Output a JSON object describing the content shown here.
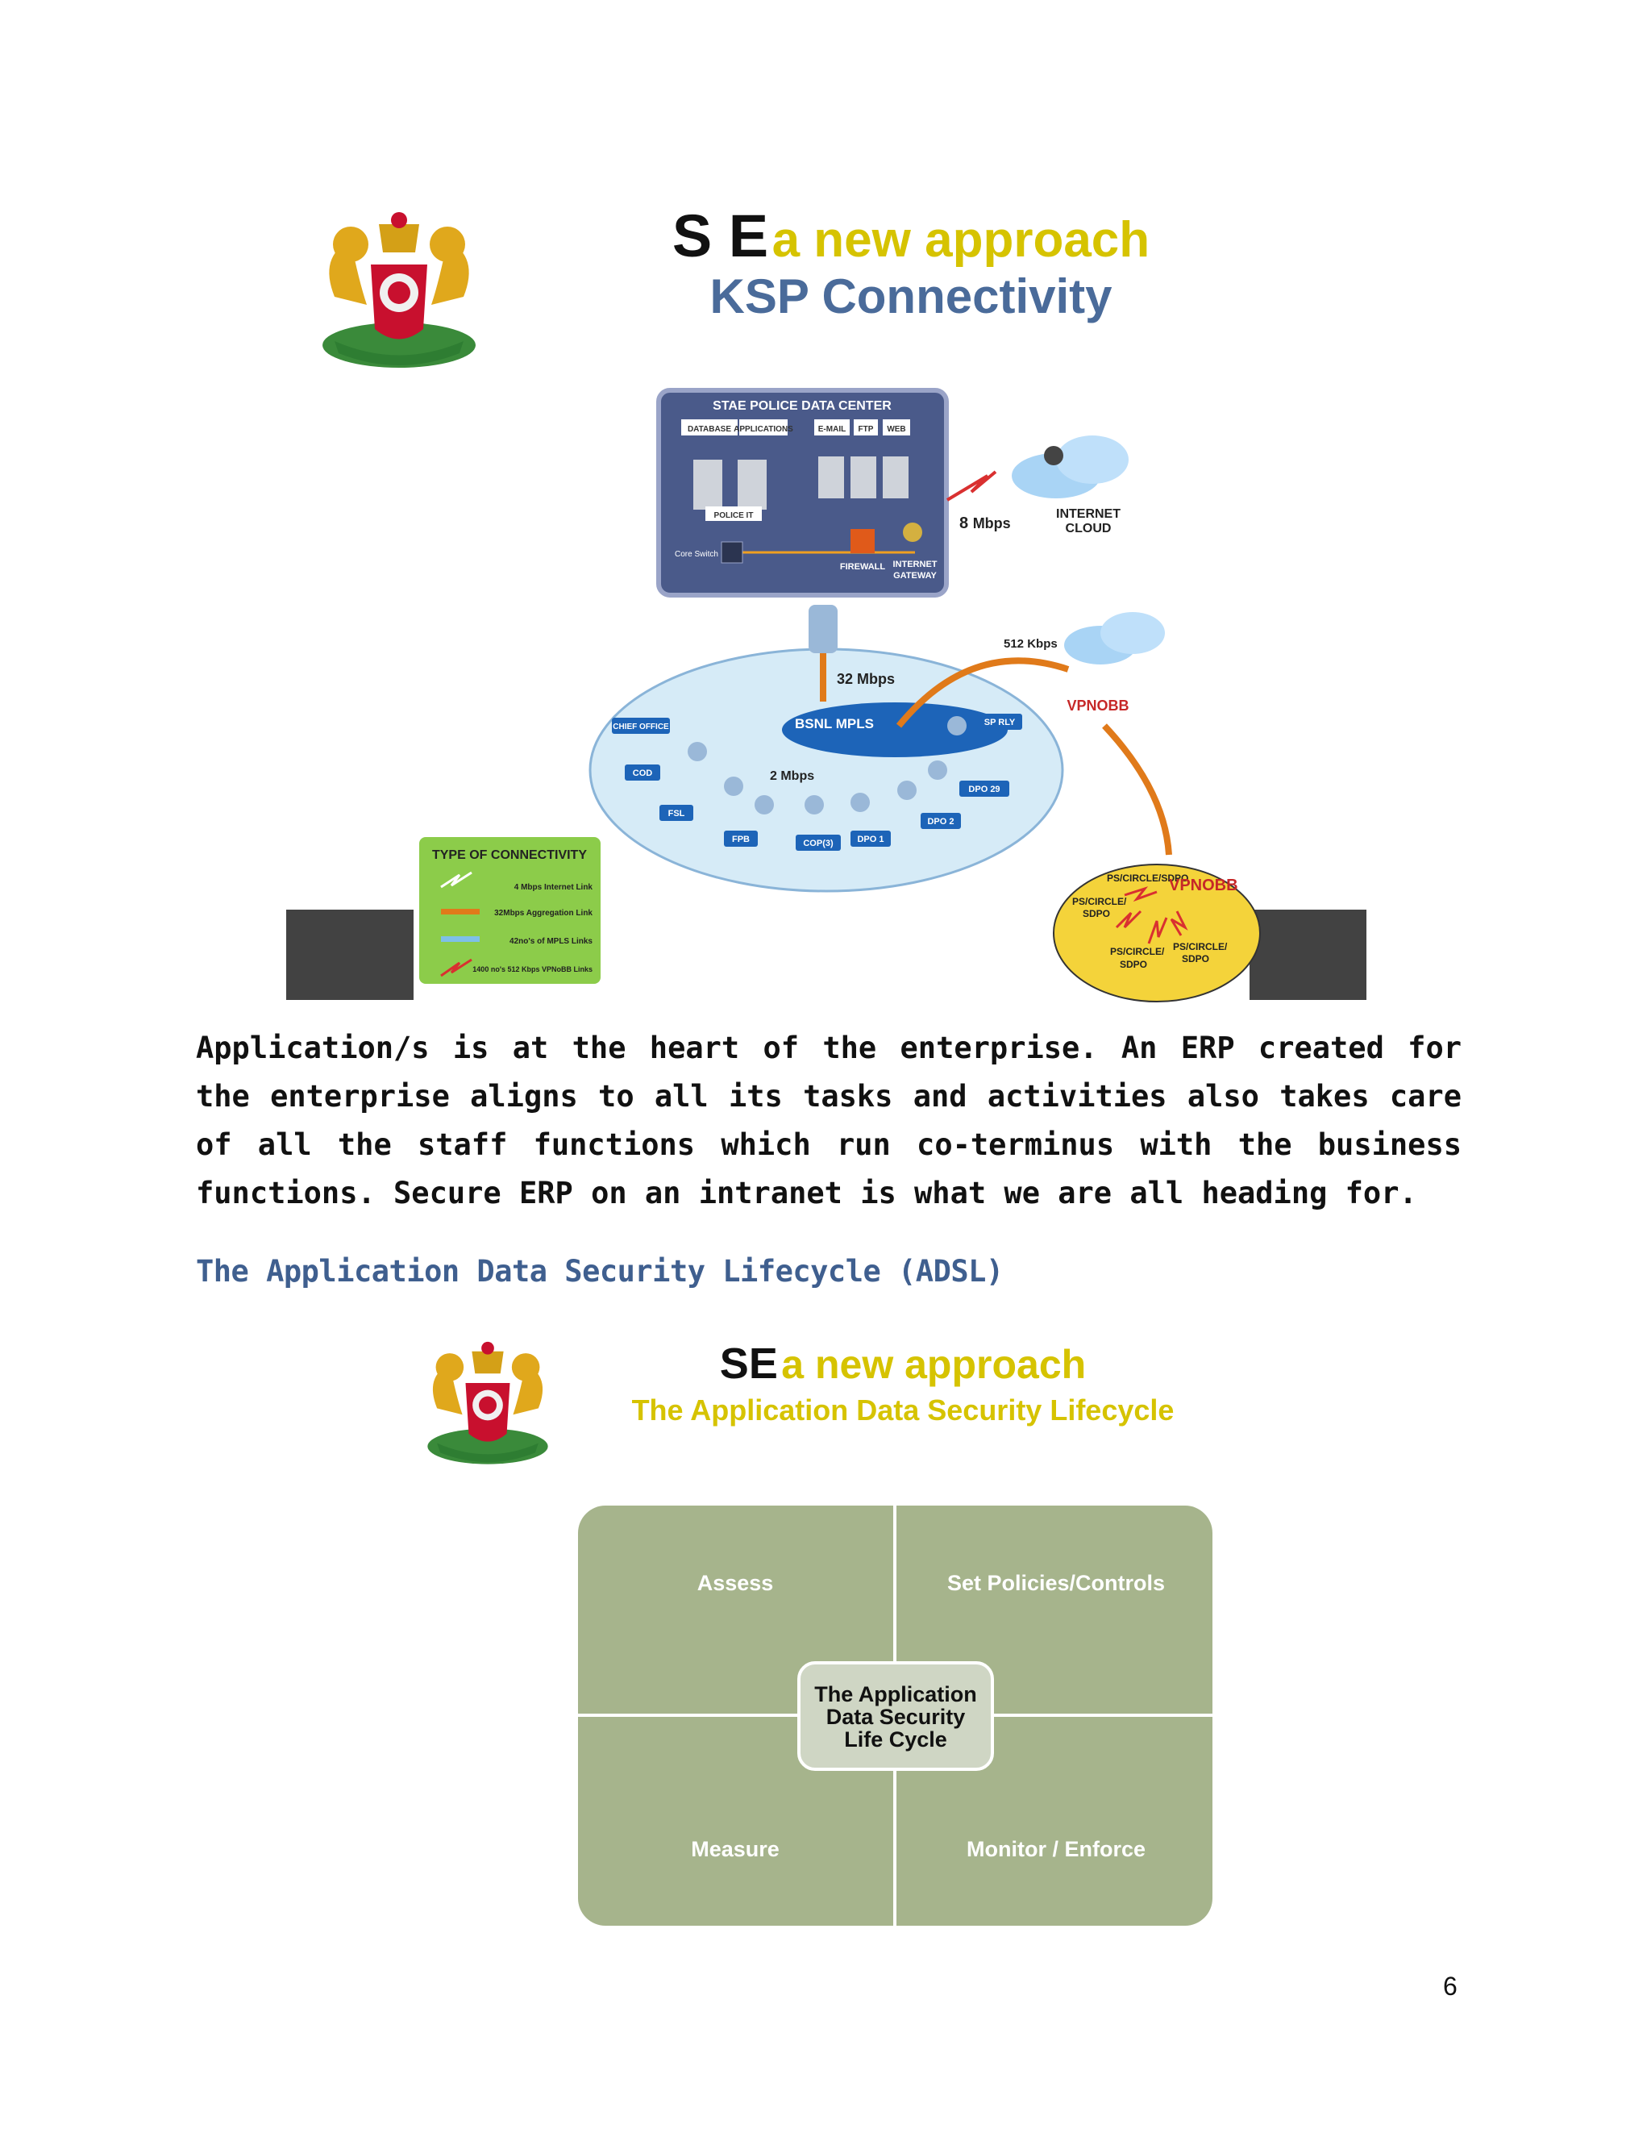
{
  "section1": {
    "title_bold": "S E",
    "title_rest": "a new  approach",
    "subtitle": "KSP Connectivity"
  },
  "network": {
    "dc_title": "STAE POLICE DATA CENTER",
    "server_labels": [
      "DATABASE",
      "APPLICATIONS",
      "E-MAIL",
      "FTP",
      "WEB"
    ],
    "police_it": "POLICE IT",
    "core_switch": "Core Switch",
    "firewall": "FIREWALL",
    "gateway_line1": "INTERNET",
    "gateway_line2": "GATEWAY",
    "speed_8_num": "8",
    "speed_8_unit": "Mbps",
    "internet_cloud_line1": "INTERNET",
    "internet_cloud_line2": "CLOUD",
    "speed_512": "512 Kbps",
    "speed_32": "32 Mbps",
    "vpnobb": "VPNOBB",
    "mpls": "BSNL MPLS",
    "speed_2": "2 Mbps",
    "nodes": [
      "CHIEF OFFICE",
      "COD",
      "FSL",
      "FPB",
      "COP(3)",
      "DPO 1",
      "DPO 2",
      "DPO 29",
      "SP RLY"
    ],
    "legend_title": "TYPE OF CONNECTIVITY",
    "legend_items": [
      "4 Mbps Internet Link",
      "32Mbps Aggregation Link",
      "42no's of MPLS Links",
      "1400 no's 512 Kbps VPNoBB Links"
    ],
    "circle_labels": [
      "PS/CIRCLE/SDPO",
      "PS/CIRCLE/",
      "SDPO",
      "PS/CIRCLE/",
      "SDPO",
      "PS/CIRCLE/",
      "SDPO"
    ],
    "vpnobb2": "VPNOBB"
  },
  "paragraph": "Application/s is at the heart of the enterprise. An ERP created for the enterprise aligns to all its tasks and activities also takes care of all the staff functions which run co-terminus with the business functions. Secure ERP on an intranet is what we are all heading for.",
  "heading2": "The Application Data Security Lifecycle (ADSL)",
  "section2": {
    "title_bold": "SE",
    "title_rest": "a new  approach",
    "subtitle": "The Application Data Security Lifecycle"
  },
  "lifecycle": {
    "quadrants": [
      "Assess",
      "Set Policies/Controls",
      "Measure",
      "Monitor / Enforce"
    ],
    "center_lines": [
      "The Application",
      "Data Security",
      "Life Cycle"
    ]
  },
  "page_number": "6",
  "colors": {
    "olive_quadrant": "#a6b48c",
    "title_yellow": "#d6c300",
    "subtitle_blue": "#4a6b9a",
    "mpls_blue": "#1d64b8"
  }
}
